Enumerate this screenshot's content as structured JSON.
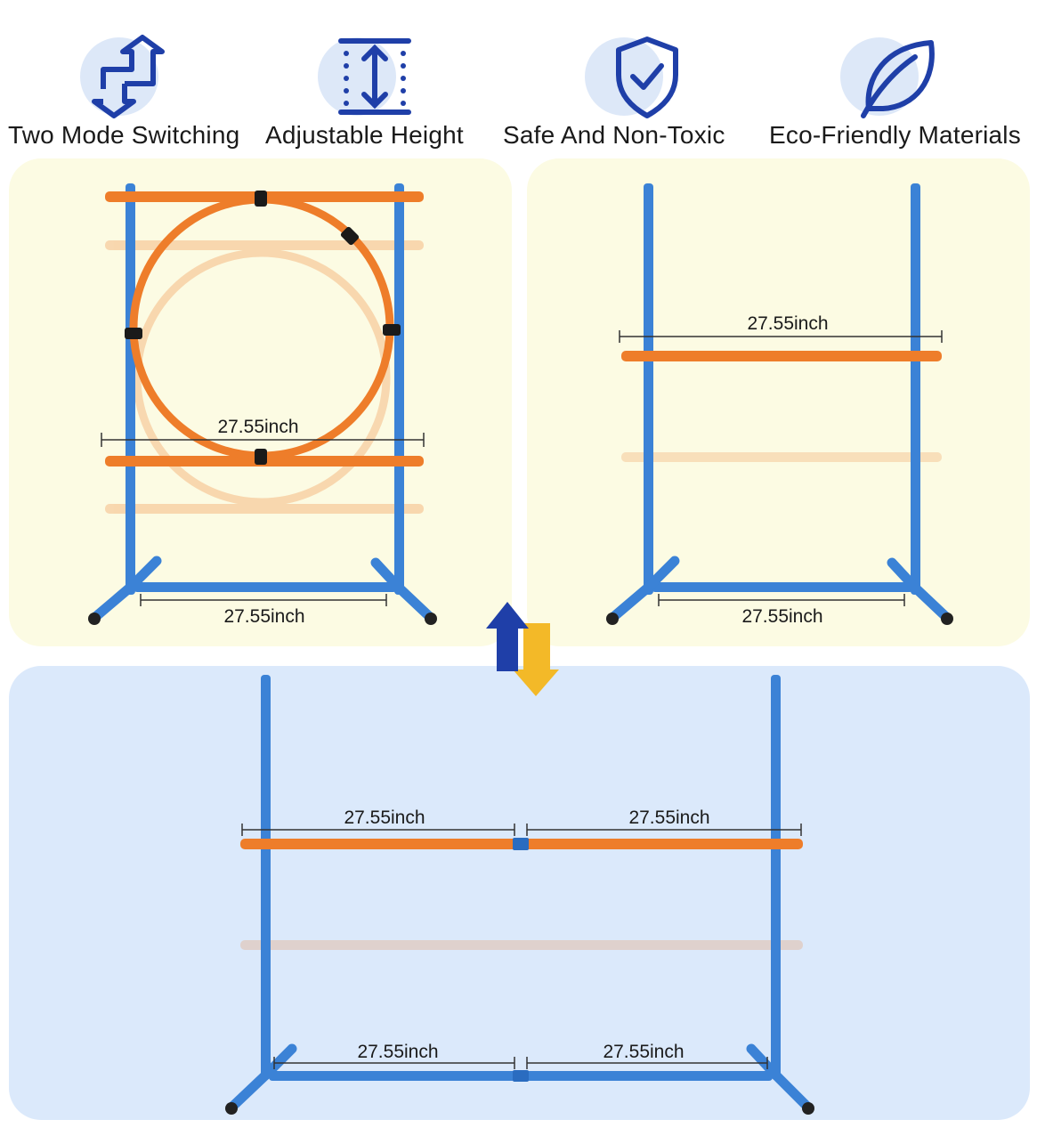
{
  "features": [
    {
      "icon": "mode-switch-icon",
      "label": "Two Mode Switching"
    },
    {
      "icon": "height-adjust-icon",
      "label": "Adjustable Height"
    },
    {
      "icon": "shield-check-icon",
      "label": "Safe And Non-Toxic"
    },
    {
      "icon": "leaf-icon",
      "label": "Eco-Friendly Materials"
    }
  ],
  "colors": {
    "pole": "#3b82d6",
    "bar": "#ee7d2a",
    "icon": "#1f3fa8",
    "icon_bg": "#dde8f8",
    "panel_yellow": "#fcfbe3",
    "panel_blue": "#dbe9fb",
    "arrow_blue": "#1f3fa8",
    "arrow_yellow": "#f3b928"
  },
  "panels": {
    "hoop": {
      "bar_width": "27.55inch",
      "base_width": "27.55inch"
    },
    "hurdle": {
      "bar_width": "27.55inch",
      "base_width": "27.55inch"
    },
    "wide": {
      "bar_left": "27.55inch",
      "bar_right": "27.55inch",
      "base_left": "27.55inch",
      "base_right": "27.55inch"
    }
  }
}
